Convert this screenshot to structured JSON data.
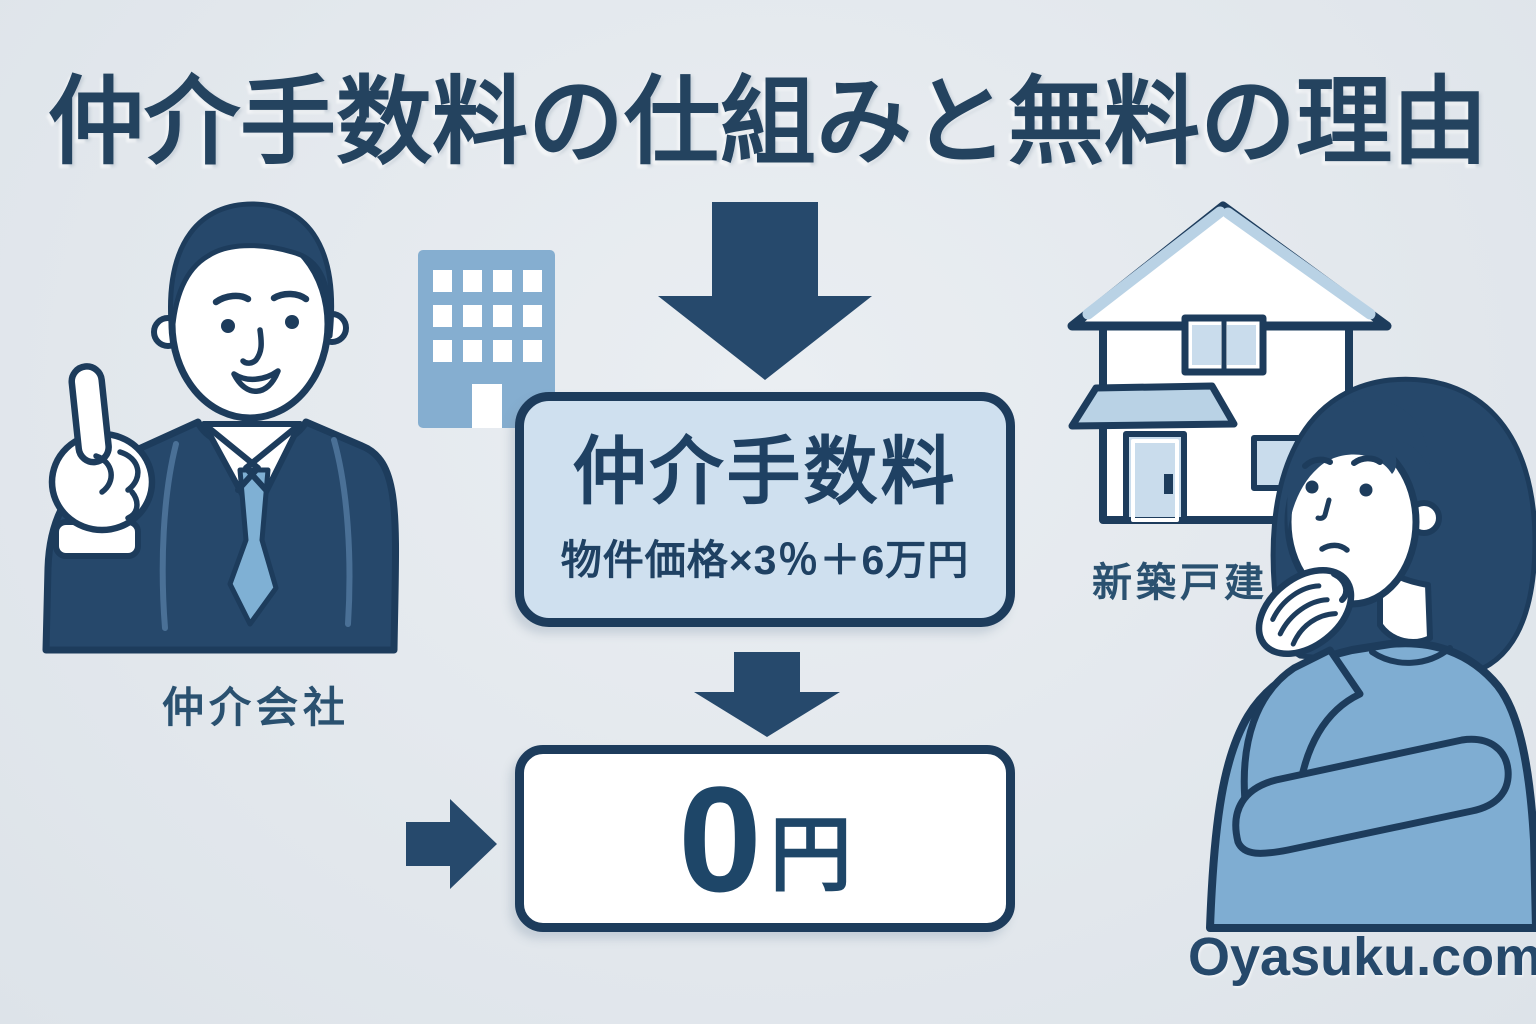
{
  "title": "仲介手数料の仕組みと無料の理由",
  "broker": {
    "label": "仲介会社"
  },
  "house": {
    "label": "新築戸建"
  },
  "fee_box": {
    "heading": "仲介手数料",
    "formula": "物件価格×3％＋6万円"
  },
  "result_box": {
    "amount": "0",
    "unit": "円"
  },
  "watermark": "Oyasuku.com",
  "icons": [
    "arrow-down-large-icon",
    "arrow-down-small-icon",
    "arrow-right-icon",
    "office-building-icon",
    "house-icon",
    "broker-person-icon",
    "thinking-woman-icon"
  ],
  "colors": {
    "background": "#e3e8ed",
    "title_navy": "#24435f",
    "outline_navy": "#1d3c5c",
    "arrow_navy": "#26496c",
    "fee_box_fill": "#cfe0ef",
    "result_box_fill": "#ffffff",
    "building_blue": "#85aed0",
    "tie_blue": "#7fb0d4",
    "sweater_blue": "#7fadd2",
    "roof_trim_blue": "#b9d2e5",
    "window_door_blue": "#c9dcec"
  }
}
